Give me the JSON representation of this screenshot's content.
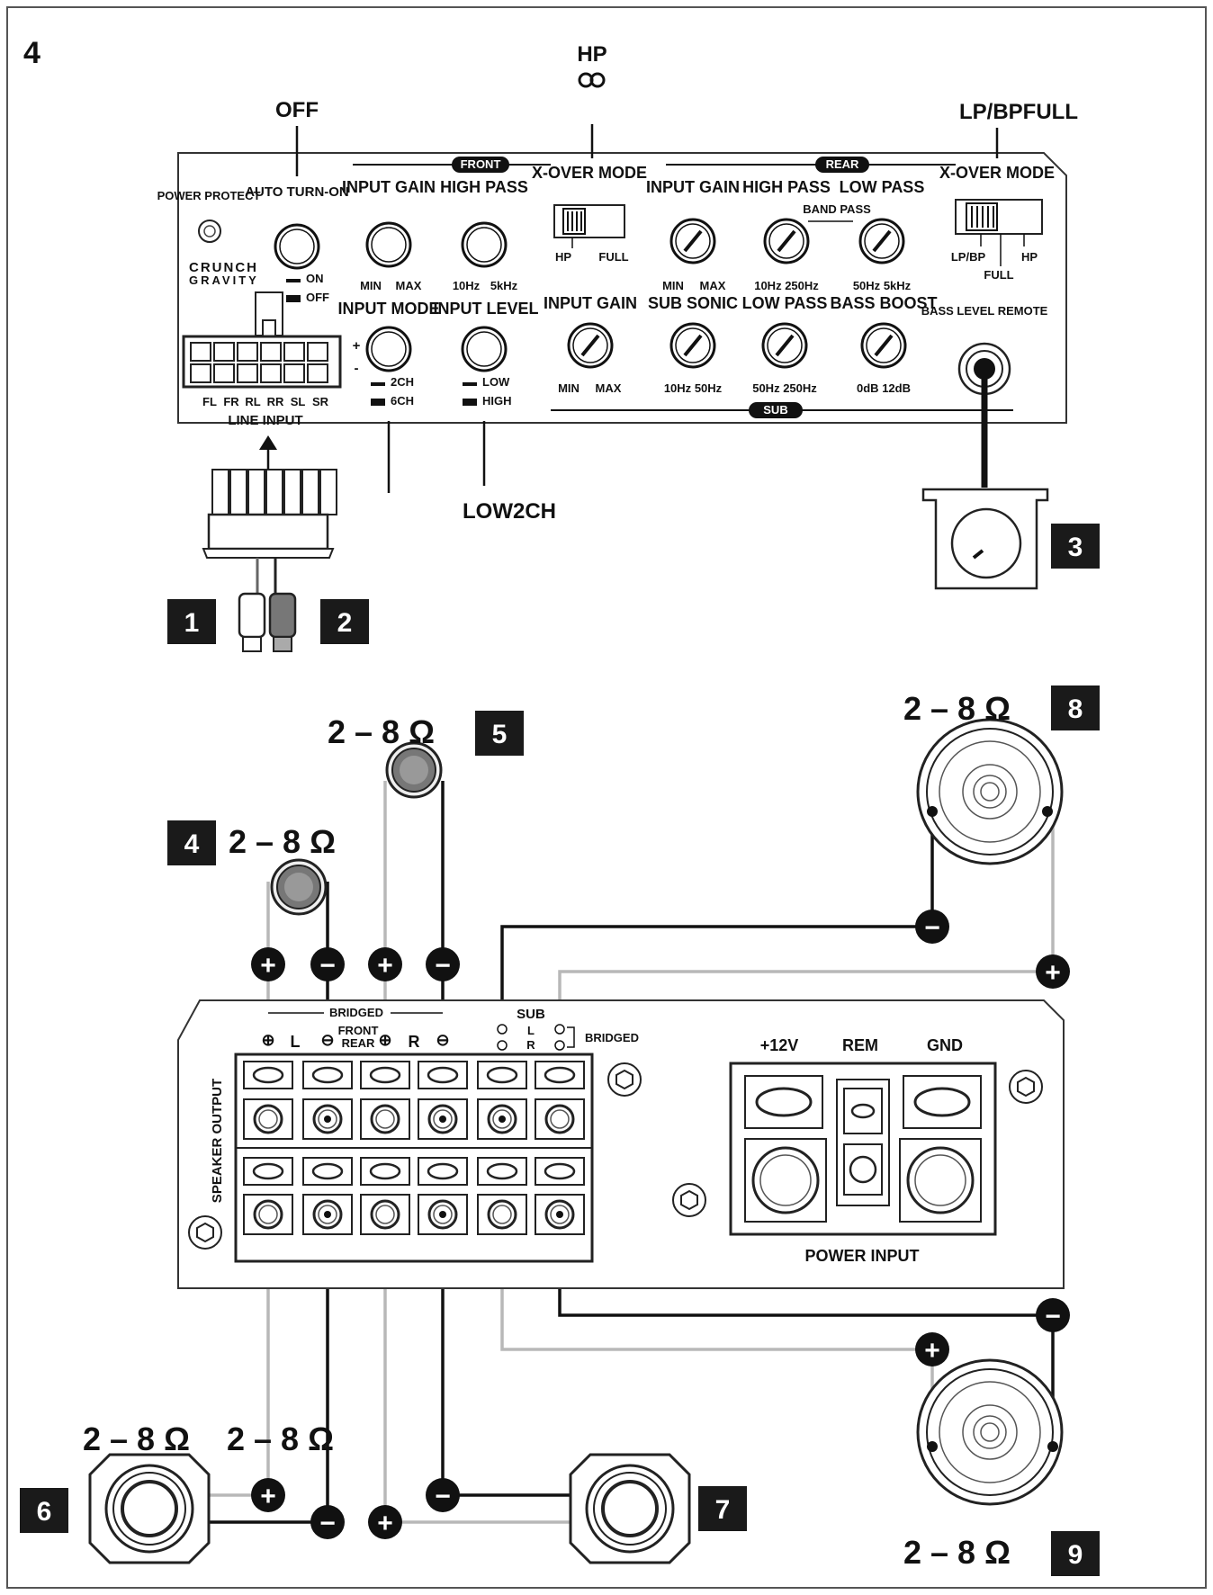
{
  "figure_number": "4",
  "control_panel": {
    "power_protect": "POWER PROTECT",
    "auto_turn_on": "AUTO TURN-ON",
    "on_label": "ON",
    "off_label": "OFF",
    "brand_top": "CRUNCH",
    "brand_bottom": "GRAVITY",
    "front_label": "FRONT",
    "rear_label": "REAR",
    "sub_label": "SUB",
    "front_input_gain": "INPUT GAIN",
    "front_high_pass": "HIGH PASS",
    "min": "MIN",
    "max": "MAX",
    "hz10": "10Hz",
    "khz5": "5kHz",
    "input_mode": "INPUT MODE",
    "input_level": "INPUT LEVEL",
    "mode_2ch": "2CH",
    "mode_6ch": "6CH",
    "level_low": "LOW",
    "level_high": "HIGH",
    "xover_mode": "X-OVER MODE",
    "hp": "HP",
    "full": "FULL",
    "lp_bp": "LP/BP",
    "rear_input_gain": "INPUT GAIN",
    "rear_high_pass": "HIGH PASS",
    "rear_low_pass": "LOW PASS",
    "band_pass": "BAND PASS",
    "rear_hp_range_lo": "10Hz",
    "rear_hp_range_hi": "250Hz",
    "rear_lp_range_lo": "50Hz",
    "rear_lp_range_hi": "5kHz",
    "sub_input_gain": "INPUT GAIN",
    "sub_sonic": "SUB SONIC",
    "sub_low_pass": "LOW PASS",
    "bass_boost": "BASS BOOST",
    "sub_sonic_lo": "10Hz",
    "sub_sonic_hi": "50Hz",
    "sub_lp_lo": "50Hz",
    "sub_lp_hi": "250Hz",
    "bb_lo": "0dB",
    "bb_hi": "12dB",
    "bass_level_remote": "BASS LEVEL REMOTE",
    "line_input": "LINE INPUT",
    "channels": [
      "FL",
      "FR",
      "RL",
      "RR",
      "SL",
      "SR"
    ],
    "plus": "+",
    "minus": "-"
  },
  "callouts": {
    "auto_turn_on_setting": "OFF",
    "front_xover_setting": "HP",
    "rear_xover_setting": "LP/BPFULL",
    "input_setting": "LOW2CH"
  },
  "power_panel": {
    "speaker_output": "SPEAKER OUTPUT",
    "bridged": "BRIDGED",
    "front": "FRONT",
    "rear": "REAR",
    "left": "L",
    "right": "R",
    "sub": "SUB",
    "sub_l": "L",
    "sub_r": "R",
    "sub_bridged": "BRIDGED",
    "plus12v": "+12V",
    "rem": "REM",
    "gnd": "GND",
    "power_input": "POWER INPUT"
  },
  "badges": [
    "1",
    "2",
    "3",
    "4",
    "5",
    "6",
    "7",
    "8",
    "9"
  ],
  "impedance": {
    "s4": "2 – 8 Ω",
    "s5": "2 – 8 Ω",
    "s6a": "2 – 8 Ω",
    "s6b": "2 – 8 Ω",
    "s8": "2 – 8 Ω",
    "s9": "2 – 8 Ω"
  },
  "polarity": {
    "plus": "+",
    "minus": "−"
  },
  "colors": {
    "ink": "#111111",
    "wire_grey": "#b8b8b8",
    "panel_border": "#333333"
  }
}
